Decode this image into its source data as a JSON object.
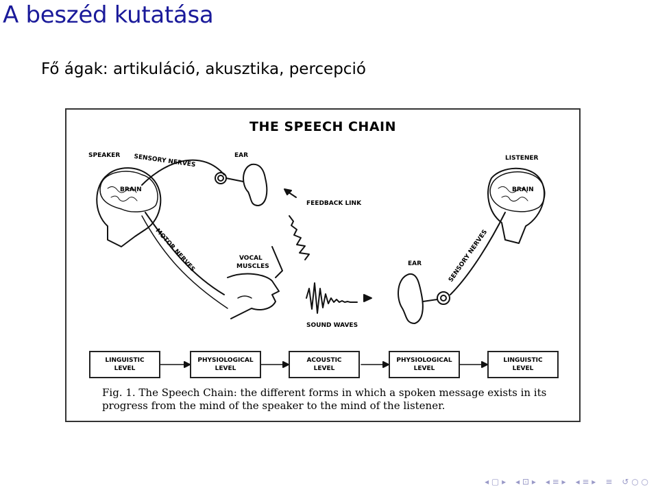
{
  "slide": {
    "title": "A beszéd kutatása",
    "subtitle": "Fő ágak: artikuláció, akusztika, percepció"
  },
  "figure": {
    "title": "THE SPEECH CHAIN",
    "labels": {
      "speaker": "SPEAKER",
      "sensory_nerves_top": "SENSORY NERVES",
      "ear_top": "EAR",
      "brain_left": "BRAIN",
      "feedback_link": "FEEDBACK LINK",
      "motor_nerves": "MOTOR NERVES",
      "vocal_muscles_1": "VOCAL",
      "vocal_muscles_2": "MUSCLES",
      "sound_waves": "SOUND WAVES",
      "listener": "LISTENER",
      "brain_right": "BRAIN",
      "ear_right": "EAR",
      "sensory_nerves_right": "SENSORY NERVES"
    },
    "levels": [
      {
        "line1": "LINGUISTIC",
        "line2": "LEVEL"
      },
      {
        "line1": "PHYSIOLOGICAL",
        "line2": "LEVEL"
      },
      {
        "line1": "ACOUSTIC",
        "line2": "LEVEL"
      },
      {
        "line1": "PHYSIOLOGICAL",
        "line2": "LEVEL"
      },
      {
        "line1": "LINGUISTIC",
        "line2": "LEVEL"
      }
    ],
    "caption": "Fig. 1. The Speech Chain: the different forms in which a spoken message exists in its progress from the mind of the speaker to the mind of the listener."
  },
  "nav": {
    "icons": [
      "nav-frame-icon",
      "nav-subsection-icon",
      "nav-section-icon",
      "nav-slide-icon",
      "nav-search-icon"
    ]
  }
}
